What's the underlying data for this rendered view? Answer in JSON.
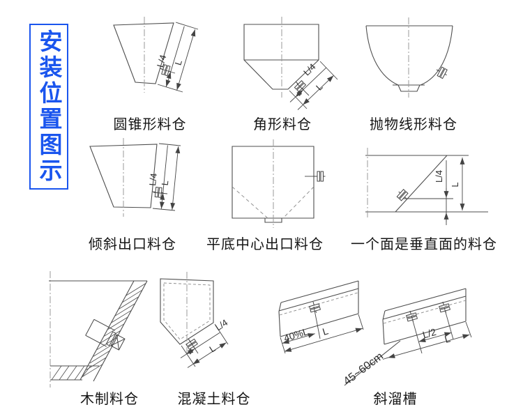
{
  "sidebar": {
    "title": "安装位置图示"
  },
  "colors": {
    "accent_blue": "#1a55ee",
    "line": "#4d4d4d"
  },
  "dims": {
    "quarter": "L/4",
    "full": "L",
    "forty_pct": "40%L",
    "half": "L/2",
    "gap": "45~60cm"
  },
  "diagrams": [
    {
      "id": "conical",
      "label": "圆锥形料仓"
    },
    {
      "id": "angular",
      "label": "角形料仓"
    },
    {
      "id": "parabolic",
      "label": "抛物线形料仓"
    },
    {
      "id": "inclined_outlet",
      "label": "倾斜出口料仓"
    },
    {
      "id": "flat_bottom",
      "label": "平底中心出口料仓"
    },
    {
      "id": "vertical_face",
      "label": "一个面是垂直面的料仓"
    },
    {
      "id": "wooden",
      "label": "木制料仓"
    },
    {
      "id": "concrete",
      "label": "混凝土料仓"
    },
    {
      "id": "chute",
      "label": "斜溜槽"
    }
  ]
}
